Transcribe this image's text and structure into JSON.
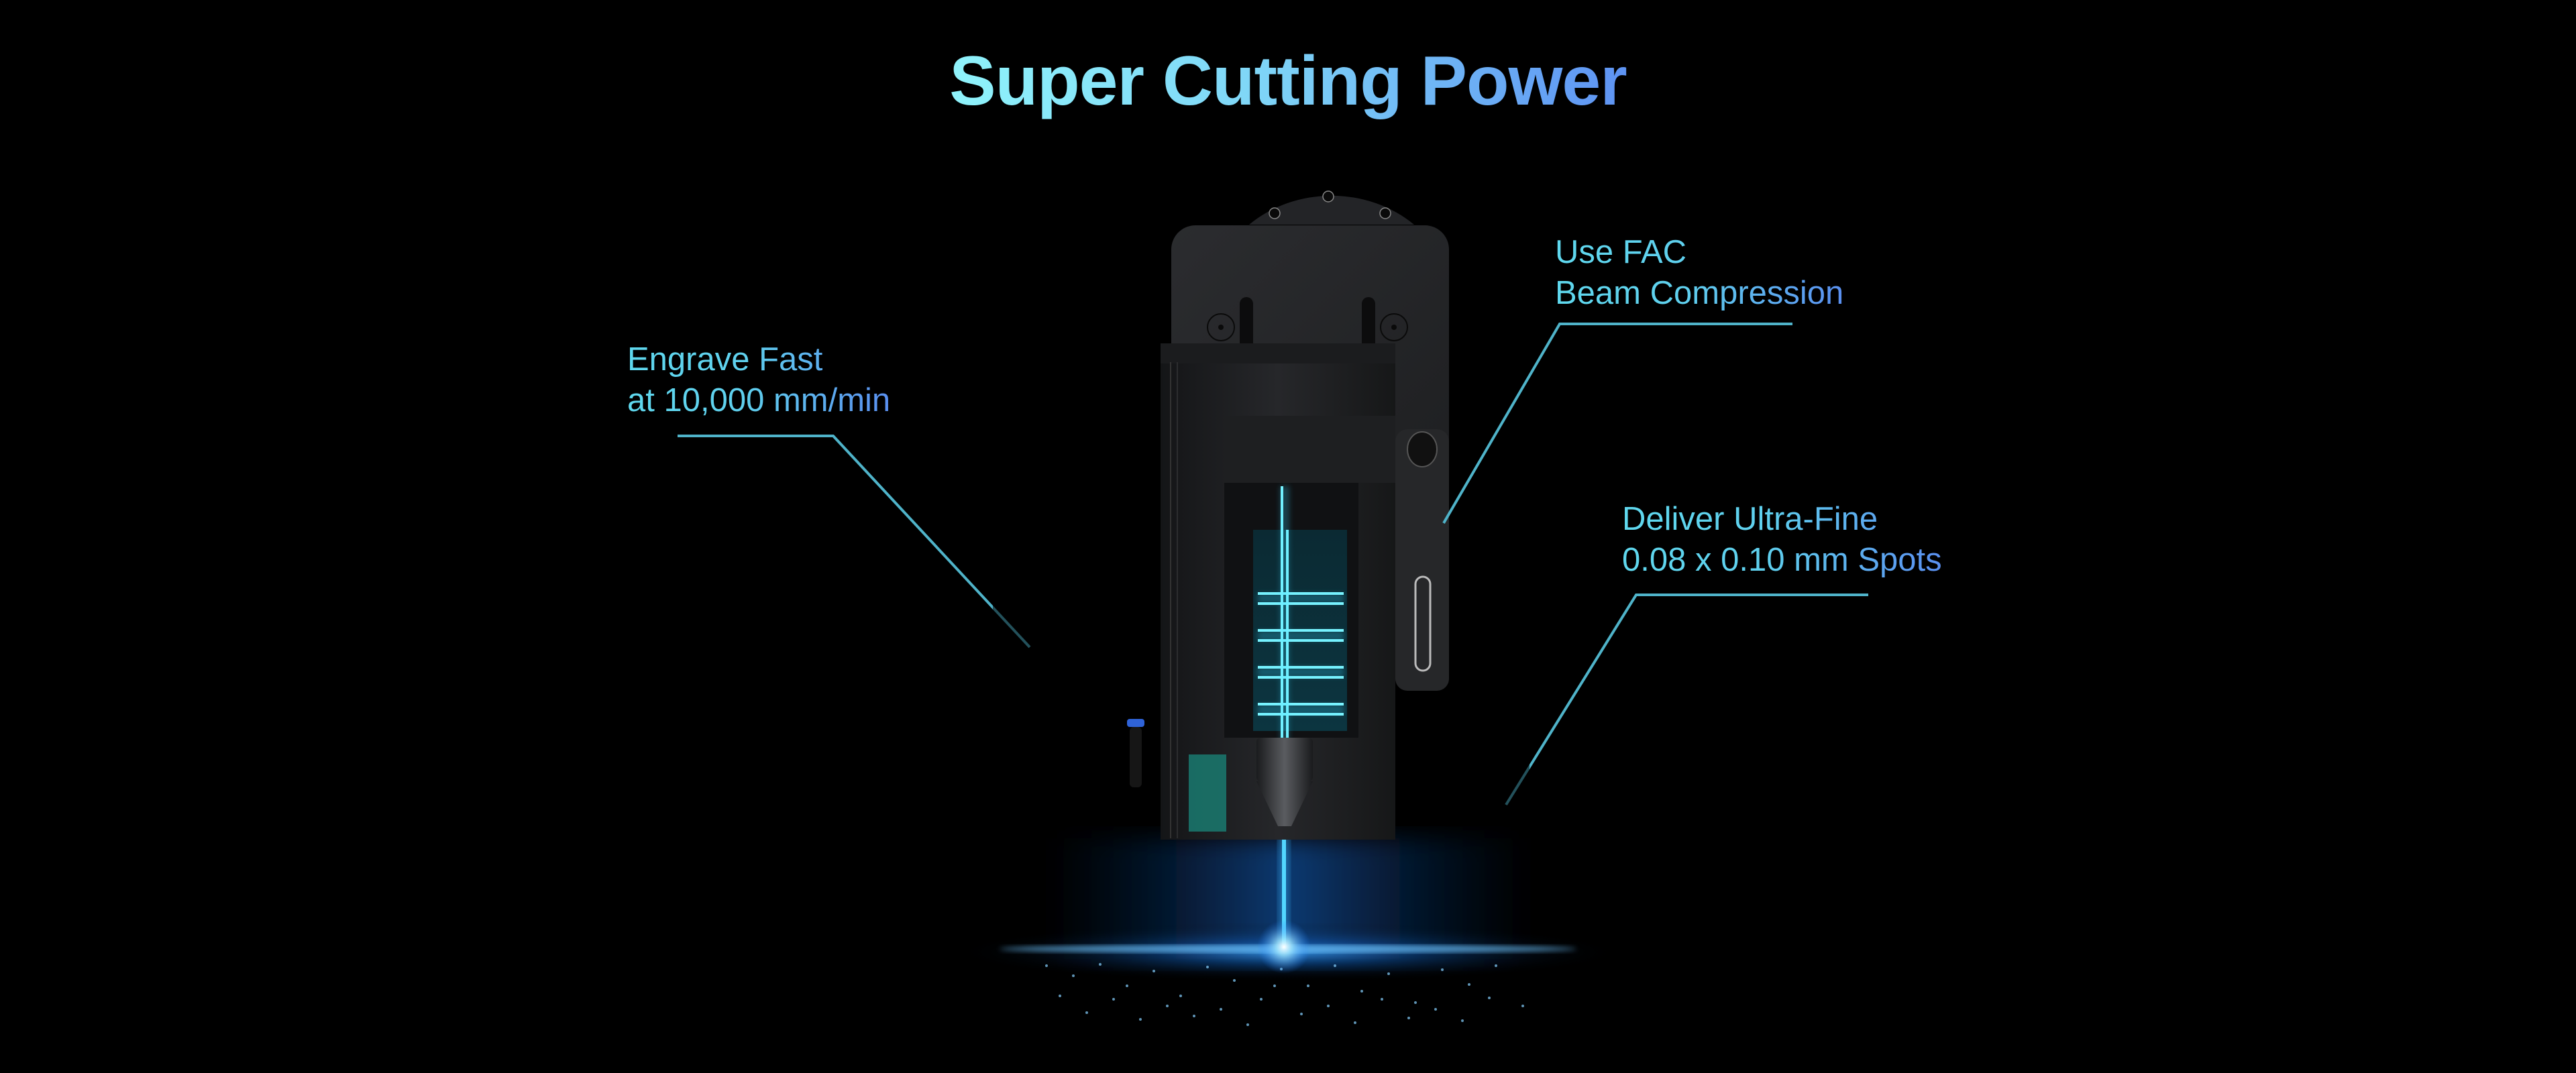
{
  "page": {
    "title": "Super Cutting Power",
    "colors": {
      "background": "#000000",
      "title_gradient_start": "#8ff3fb",
      "title_gradient_end": "#5e93f3",
      "callout_text_start": "#5fd8ee",
      "callout_text_end": "#5a8ff0",
      "leader_line": "#4fb3c9",
      "laser_beam": "#4fe0ff"
    }
  },
  "callouts": [
    {
      "id": "engrave-speed",
      "lines": [
        "Engrave Fast",
        "at 10,000 mm/min"
      ]
    },
    {
      "id": "fac-compression",
      "lines": [
        "Use FAC",
        "Beam Compression"
      ]
    },
    {
      "id": "spot-size",
      "lines": [
        "Deliver Ultra-Fine",
        "0.08 x 0.10 mm Spots"
      ]
    }
  ],
  "product": {
    "name": "laser-module",
    "icon": "laser-head-illustration"
  }
}
